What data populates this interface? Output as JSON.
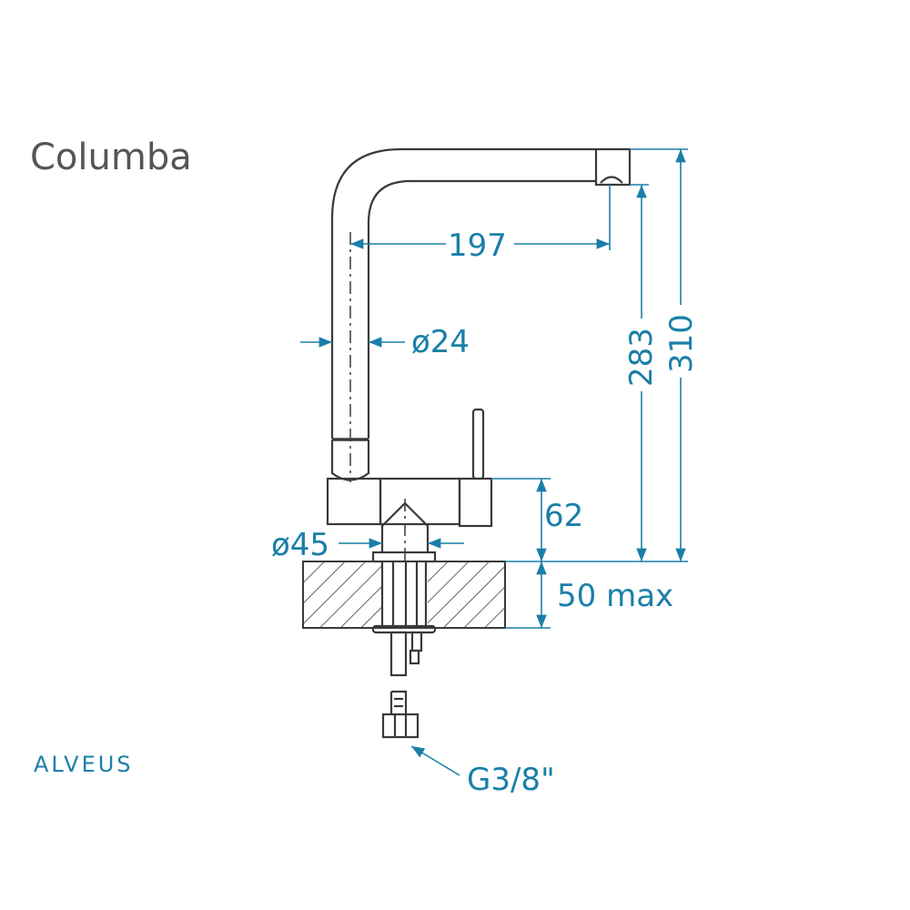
{
  "title": "Columba",
  "brand": "ALVEUS",
  "colors": {
    "dimension": "#1a7fa8",
    "outline": "#3a3a3a",
    "title": "#555555"
  },
  "dimensions": {
    "spout_reach": "197",
    "spout_diameter": "ø24",
    "outlet_height": "283",
    "total_height": "310",
    "body_height": "62",
    "base_diameter": "ø45",
    "countertop_thickness": "50 max",
    "connection": "G3/8\""
  }
}
